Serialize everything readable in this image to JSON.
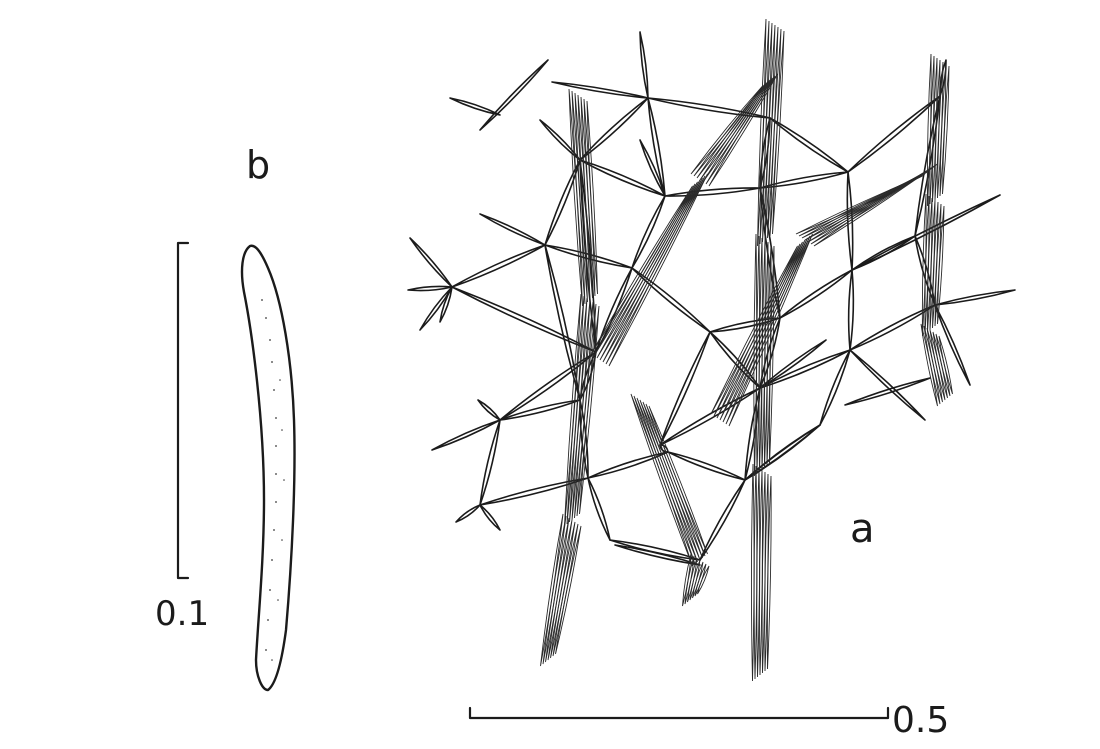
{
  "figure": {
    "panel_a_label": "a",
    "panel_b_label": "b",
    "scale_a_value": "0.5",
    "scale_b_value": "0.1"
  }
}
